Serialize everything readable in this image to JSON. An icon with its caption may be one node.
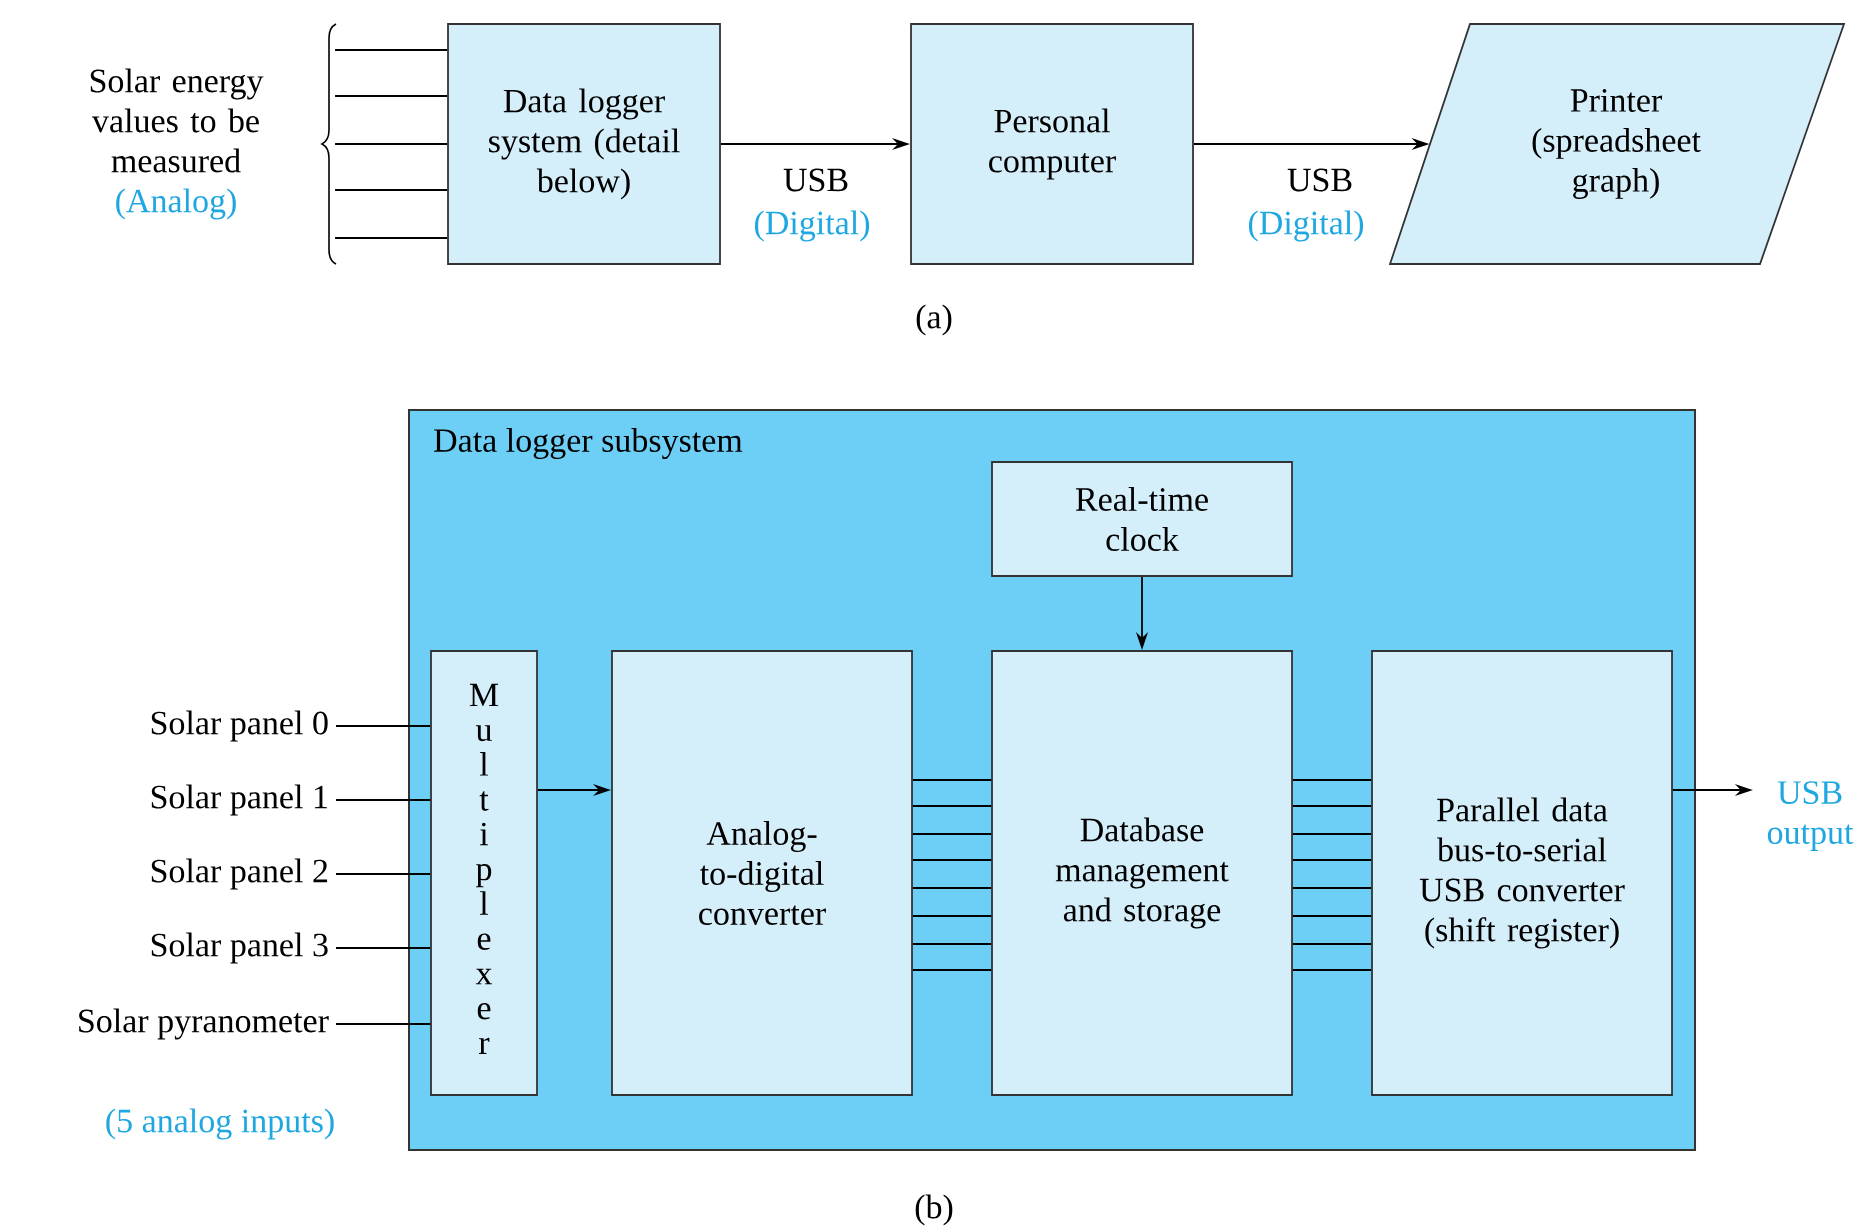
{
  "diagram": {
    "nodes": [
      {
        "text": [
          "Solar energy values to be measured",
          "(Analog)"
        ]
      },
      {
        "text": [
          "Data logger system (detail below)"
        ]
      },
      {
        "text": [
          "Personal computer"
        ]
      },
      {
        "text": [
          "Printer (spreadsheet graph)"
        ]
      },
      {
        "text": [
          "Data logger subsystem"
        ]
      },
      {
        "text": [
          "Real-time clock"
        ],
        "in": 4
      },
      {
        "text": [
          "Multiplexer"
        ],
        "in": 4
      },
      {
        "text": [
          "Analog-to-digital converter"
        ],
        "in": 4
      },
      {
        "text": [
          "Database management and storage"
        ],
        "in": 4
      },
      {
        "text": [
          "Parallel data bus-to-serial USB converter (shift register)"
        ],
        "in": 4
      },
      {
        "text": [
          "Solar panel 0"
        ]
      },
      {
        "text": [
          "Solar panel 1"
        ]
      },
      {
        "text": [
          "Solar panel 2"
        ]
      },
      {
        "text": [
          "Solar panel 3"
        ]
      },
      {
        "text": [
          "Solar pyranometer"
        ]
      },
      {
        "text": [
          "USB output"
        ]
      }
    ],
    "edges": [
      {
        "from": 0,
        "to": 1,
        "arrow": "none"
      },
      {
        "from": 0,
        "to": 1,
        "arrow": "none"
      },
      {
        "from": 0,
        "to": 1,
        "arrow": "none"
      },
      {
        "from": 0,
        "to": 1,
        "arrow": "none"
      },
      {
        "from": 0,
        "to": 1,
        "arrow": "none"
      },
      {
        "from": 1,
        "to": 2,
        "arrow": "to",
        "label": "USB"
      },
      {
        "from": 2,
        "to": 3,
        "arrow": "to",
        "label": "USB"
      },
      {
        "from": 10,
        "to": 6,
        "arrow": "none"
      },
      {
        "from": 11,
        "to": 6,
        "arrow": "none"
      },
      {
        "from": 12,
        "to": 6,
        "arrow": "none"
      },
      {
        "from": 13,
        "to": 6,
        "arrow": "none"
      },
      {
        "from": 14,
        "to": 6,
        "arrow": "none"
      },
      {
        "from": 6,
        "to": 7,
        "arrow": "to"
      },
      {
        "from": 5,
        "to": 8,
        "arrow": "to"
      },
      {
        "from": 7,
        "to": 8,
        "arrow": "none"
      },
      {
        "from": 7,
        "to": 8,
        "arrow": "none"
      },
      {
        "from": 7,
        "to": 8,
        "arrow": "none"
      },
      {
        "from": 7,
        "to": 8,
        "arrow": "none"
      },
      {
        "from": 7,
        "to": 8,
        "arrow": "none"
      },
      {
        "from": 7,
        "to": 8,
        "arrow": "none"
      },
      {
        "from": 7,
        "to": 8,
        "arrow": "none"
      },
      {
        "from": 7,
        "to": 8,
        "arrow": "none"
      },
      {
        "from": 8,
        "to": 9,
        "arrow": "none"
      },
      {
        "from": 8,
        "to": 9,
        "arrow": "none"
      },
      {
        "from": 8,
        "to": 9,
        "arrow": "none"
      },
      {
        "from": 8,
        "to": 9,
        "arrow": "none"
      },
      {
        "from": 8,
        "to": 9,
        "arrow": "none"
      },
      {
        "from": 8,
        "to": 9,
        "arrow": "none"
      },
      {
        "from": 8,
        "to": 9,
        "arrow": "none"
      },
      {
        "from": 8,
        "to": 9,
        "arrow": "none"
      },
      {
        "from": 9,
        "to": 15,
        "arrow": "to"
      }
    ],
    "labels": [
      "(Digital)",
      "(Digital)",
      "(a)",
      "(5 analog inputs)",
      "(b)"
    ]
  }
}
